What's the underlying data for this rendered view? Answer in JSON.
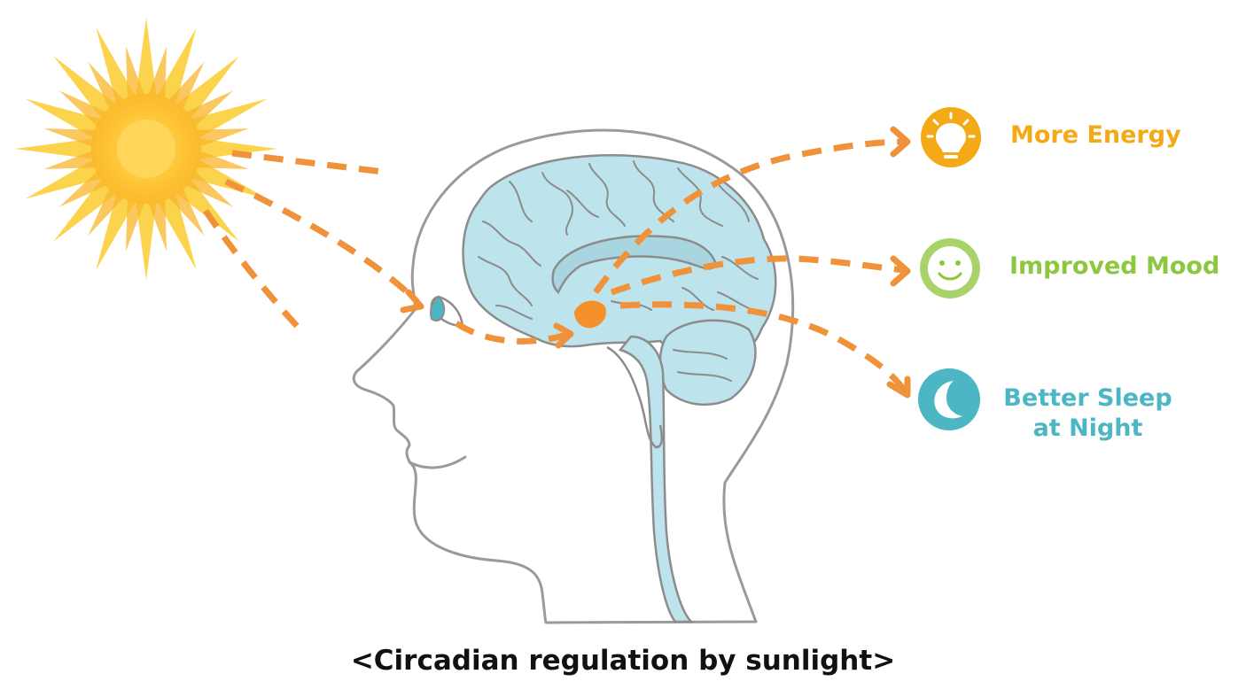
{
  "outcomes": {
    "energy": {
      "label": "More Energy",
      "color": "#F4A916",
      "icon": "lightbulb-icon"
    },
    "mood": {
      "label": "Improved Mood",
      "color": "#8DC63F",
      "icon": "smiley-icon"
    },
    "sleep": {
      "line1": "Better Sleep",
      "line2": "at Night",
      "color": "#4DB6C4",
      "icon": "moon-icon"
    }
  },
  "caption": "<Circadian regulation by sunlight>",
  "colors": {
    "arrow": "#F0923A",
    "sun_rays": "#FCCB2E",
    "sun_core": "#FFD659",
    "brain": "#BDE3EC",
    "outline": "#9A9A9A"
  }
}
